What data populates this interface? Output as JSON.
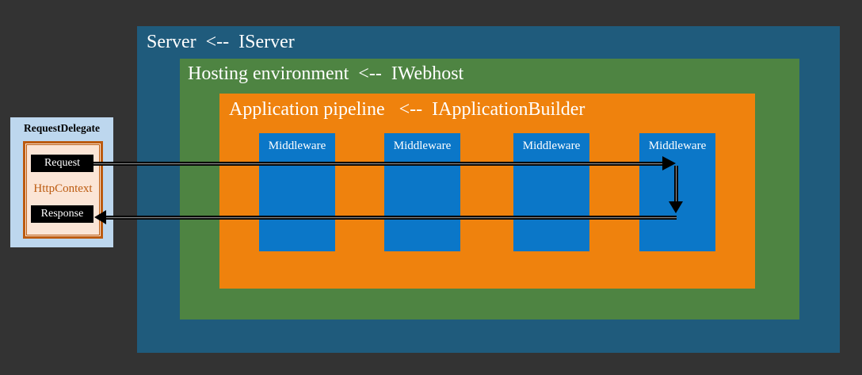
{
  "colors": {
    "canvas-bg": "#333333",
    "server-bg": "#1F5B7C",
    "hosting-bg": "#4E8442",
    "pipeline-bg": "#EF820D",
    "middleware-bg": "#0B77C8",
    "delegate-bg": "#BDD7EE",
    "context-bg": "#FBE5D6",
    "context-border": "#BC5B10",
    "chip-bg": "#000000",
    "title-text": "#FFFFFF",
    "arrow": "#000000"
  },
  "server": {
    "title": "Server  <--  IServer"
  },
  "hosting": {
    "title": "Hosting environment  <--  IWebhost"
  },
  "pipeline": {
    "title": "Application pipeline   <--  IApplicationBuilder",
    "middleware": [
      "Middleware",
      "Middleware",
      "Middleware",
      "Middleware"
    ]
  },
  "request_delegate": {
    "title": "RequestDelegate",
    "request_label": "Request",
    "context_label": "HttpContext",
    "response_label": "Response"
  },
  "icons": {
    "request_arrow": "arrow-right-icon",
    "internal_arrow": "arrow-down-icon",
    "response_arrow": "arrow-left-icon"
  }
}
